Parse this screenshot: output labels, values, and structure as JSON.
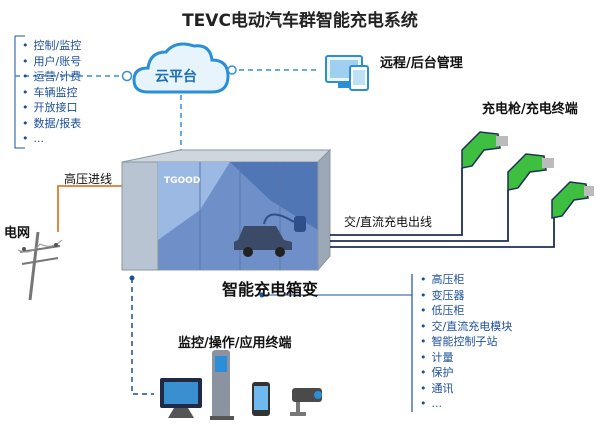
{
  "title": "TEVC电动汽车群智能充电系统",
  "cloud_label": "云平台",
  "remote_label": "远程/后台管理",
  "cloud_functions": [
    "控制/监控",
    "用户/账号",
    "运营/计费",
    "车辆监控",
    "开放接口",
    "数据/报表",
    "..."
  ],
  "charger_label": "充电枪/充电终端",
  "hv_line_label": "高压进线",
  "grid_label": "电网",
  "output_line_label": "交/直流充电出线",
  "box_label": "智能充电箱变",
  "box_brand": "TGOOD",
  "box_components": [
    "高压柜",
    "变压器",
    "低压柜",
    "交/直流充电模块",
    "智能控制子站",
    "计量",
    "保护",
    "通讯",
    "..."
  ],
  "terminal_label": "监控/操作/应用终端",
  "colors": {
    "accent_blue": "#1c4f9c",
    "cloud": "#2a8fd6",
    "charger_green": "#3fbf3f",
    "hv_orange": "#e07a2e"
  }
}
